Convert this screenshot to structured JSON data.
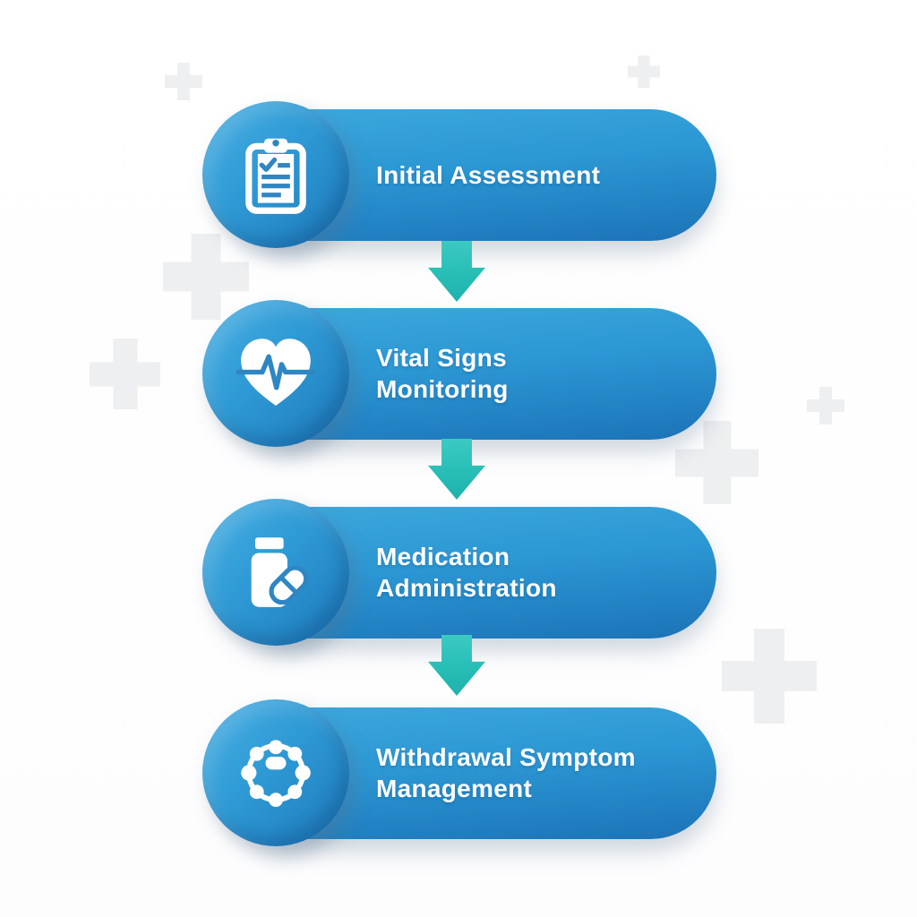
{
  "diagram": {
    "type": "vertical-process-flow",
    "steps": [
      {
        "label": "Initial Assessment",
        "lines": [
          "Initial Assessment",
          ""
        ],
        "icon": "clipboard-check-icon"
      },
      {
        "label": "Vital Signs Monitoring",
        "lines": [
          "Vital Signs",
          "Monitoring"
        ],
        "icon": "heart-pulse-icon"
      },
      {
        "label": "Medication Administration",
        "lines": [
          "Medication",
          "Administration"
        ],
        "icon": "medication-bottle-icon"
      },
      {
        "label": "Withdrawal Symptom Management",
        "lines": [
          "Withdrawal Symptom",
          "Management"
        ],
        "icon": "patient-group-icon"
      }
    ],
    "connector": "down-arrow"
  },
  "colors": {
    "card_blue_top": "#3da8de",
    "card_blue_bottom": "#1c73b7",
    "badge_blue_light": "#47aee2",
    "badge_blue_dark": "#1e78bb",
    "arrow_teal": "#27beb6",
    "background_plus_gray": "#edeff1",
    "icon_accent_blue": "#2e86c3",
    "text_white": "#ffffff"
  }
}
